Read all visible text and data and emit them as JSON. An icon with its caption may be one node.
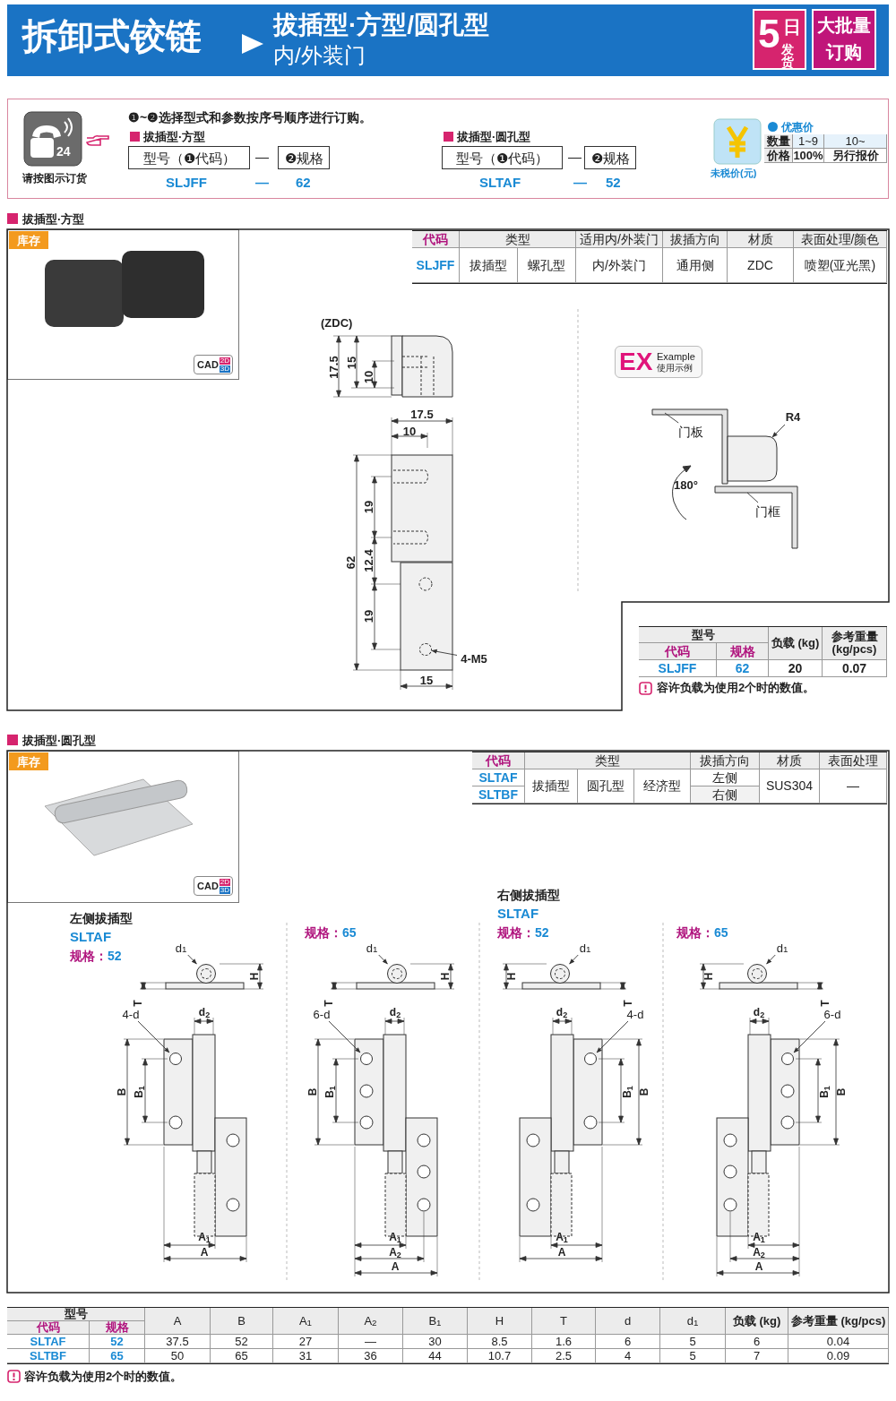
{
  "diagram": {
    "title": "拆卸式铰链",
    "nodes": [
      {
        "text": [
          "5",
          "日",
          "发货"
        ]
      },
      {
        "text": [
          "大批量",
          "订购"
        ]
      },
      {
        "text": [
          "型号（❶代码）"
        ]
      },
      {
        "text": [
          "❷规格"
        ]
      },
      {
        "text": [
          "型号（❶代码）"
        ]
      },
      {
        "text": [
          "❷规格"
        ]
      },
      {
        "text": [
          "库存"
        ]
      },
      {
        "text": [
          "CAD",
          "2D",
          "3D"
        ]
      },
      {
        "text": [
          "EX",
          "Example",
          "使用示例"
        ]
      },
      {
        "text": [
          "门板"
        ]
      },
      {
        "text": [
          "R4"
        ]
      },
      {
        "text": [
          "门框"
        ]
      },
      {
        "text": [
          "4-M5"
        ]
      },
      {
        "text": [
          "库存"
        ]
      },
      {
        "text": [
          "CAD",
          "2D",
          "3D"
        ]
      },
      {
        "text": [
          "d$_{1}$"
        ]
      },
      {
        "text": [
          "4-d"
        ]
      },
      {
        "text": [
          "d$_{1}$"
        ]
      },
      {
        "text": [
          "6-d"
        ]
      },
      {
        "text": [
          "d$_{1}$"
        ]
      },
      {
        "text": [
          "4-d"
        ]
      },
      {
        "text": [
          "d$_{1}$"
        ]
      },
      {
        "text": [
          "6-d"
        ]
      },
      {
        "text": [],
        "shape": "circle"
      },
      {
        "text": [],
        "shape": "circle"
      },
      {
        "text": [],
        "shape": "circle"
      },
      {
        "text": [],
        "shape": "circle"
      },
      {
        "text": [],
        "shape": "circle"
      },
      {
        "text": [],
        "shape": "circle"
      },
      {
        "text": [],
        "shape": "circle"
      },
      {
        "text": [],
        "shape": "circle"
      },
      {
        "text": [],
        "shape": "circle"
      }
    ],
    "edges": [
      {
        "from": 12,
        "to": 23,
        "arrow": "to"
      },
      {
        "from": 9,
        "to": null,
        "arrow": "none"
      },
      {
        "from": 11,
        "to": null,
        "arrow": "none"
      },
      {
        "from": 10,
        "to": null,
        "arrow": "to"
      },
      {
        "from": 15,
        "to": 24,
        "arrow": "to"
      },
      {
        "from": 16,
        "to": 25,
        "arrow": "to"
      },
      {
        "from": 17,
        "to": 26,
        "arrow": "to"
      },
      {
        "from": 18,
        "to": 27,
        "arrow": "to"
      },
      {
        "from": 19,
        "to": 28,
        "arrow": "to"
      },
      {
        "from": 20,
        "to": 29,
        "arrow": "to"
      },
      {
        "from": 21,
        "to": 30,
        "arrow": "to"
      },
      {
        "from": 22,
        "to": 31,
        "arrow": "to"
      }
    ],
    "labels": [
      "拔插型·方型/圆孔型",
      "内/外装门",
      "24",
      "请按图示订货",
      "❶~❷选择型式和参数按序号顺序进行订购。",
      "拔插型·方型",
      "—",
      "SLJFF",
      "—",
      "62",
      "拔插型·圆孔型",
      "—",
      "SLTAF",
      "—",
      "52",
      "未税价(元)",
      "优惠价",
      "数量",
      "1~9",
      "10~",
      "价格",
      "100%",
      "另行报价",
      "拔插型·方型",
      "代码",
      "类型",
      "适用内/外装门",
      "拔插方向",
      "材质",
      "表面处理/颜色",
      "SLJFF",
      "拔插型",
      "螺孔型",
      "内/外装门",
      "通用侧",
      "ZDC",
      "喷塑(亚光黑)",
      "(ZDC)",
      "17.5",
      "15",
      "10",
      "17.5",
      "10",
      "62",
      "19",
      "12.4",
      "19",
      "15",
      "180°",
      "型号",
      "负载 (kg)",
      "参考重量 (kg/pcs)",
      "代码",
      "规格",
      "SLJFF",
      "62",
      "20",
      "0.07",
      "容许负载为使用2个时的数值。",
      "拔插型·圆孔型",
      "代码",
      "类型",
      "拔插方向",
      "材质",
      "表面处理",
      "SLTAF",
      "拔插型",
      "圆孔型",
      "经济型",
      "左侧",
      "SUS304",
      "—",
      "SLTBF",
      "右侧",
      "左侧拔插型",
      "SLTAF",
      "规格：",
      "52",
      "H",
      "T",
      "d$_{2}$",
      "B",
      "B$_{1}$",
      "A$_{1}$",
      "A",
      "规格：",
      "65",
      "H",
      "T",
      "d$_{2}$",
      "B",
      "B$_{1}$",
      "A$_{1}$",
      "A$_{2}$",
      "A",
      "右侧拔插型",
      "SLTAF",
      "规格：",
      "52",
      "H",
      "T",
      "d$_{2}$",
      "B",
      "B$_{1}$",
      "A$_{1}$",
      "A",
      "规格：",
      "65",
      "H",
      "T",
      "d$_{2}$",
      "B",
      "B$_{1}$",
      "A$_{1}$",
      "A$_{2}$",
      "A",
      "型号",
      "A",
      "B",
      "A$_{1}$",
      "A$_{2}$",
      "B$_{1}$",
      "H",
      "T",
      "d",
      "d$_{1}$",
      "负载 (kg)",
      "参考重量 (kg/pcs)",
      "代码",
      "规格",
      "SLTAF",
      "52",
      "37.5",
      "52",
      "27",
      "—",
      "30",
      "8.5",
      "1.6",
      "6",
      "5",
      "6",
      "0.04",
      "SLTBF",
      "65",
      "50",
      "65",
      "31",
      "36",
      "44",
      "10.7",
      "2.5",
      "4",
      "5",
      "7",
      "0.09",
      "容许负载为使用2个时的数值。"
    ]
  }
}
